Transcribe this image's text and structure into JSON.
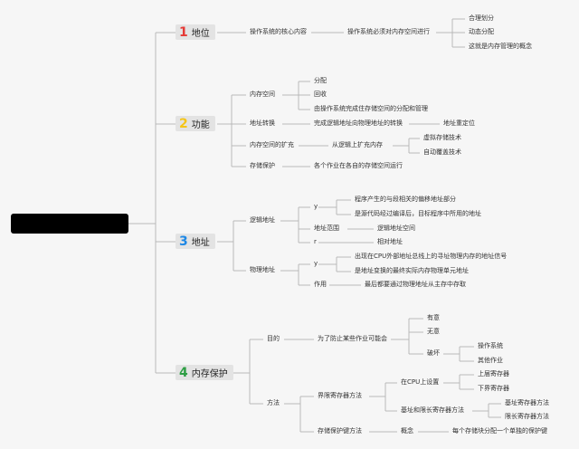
{
  "root": {
    "label": ""
  },
  "colors": {
    "b1": "#e53935",
    "b2": "#f5c518",
    "b3": "#1e88e5",
    "b4": "#2e9e44",
    "line": "#b9b9b9"
  },
  "branches": [
    {
      "num": "1",
      "label": "地位"
    },
    {
      "num": "2",
      "label": "功能"
    },
    {
      "num": "3",
      "label": "地址"
    },
    {
      "num": "4",
      "label": "内存保护"
    }
  ],
  "b1": {
    "core": "操作系统的核心内容",
    "must": "操作系统必须对内存空间进行",
    "a": "合理划分",
    "b": "动态分配",
    "c": "这就是内存管理的概念"
  },
  "b2": {
    "space": "内存空间",
    "alloc": "分配",
    "recycle": "回收",
    "complete": "由操作系统完成住存储空间的分配和管理",
    "addr_conv": "地址转换",
    "logic_phys": "完成逻辑地址向物理地址的转换",
    "reloc": "地址重定位",
    "expand": "内存空间的扩充",
    "from_logic": "从逻辑上扩充内存",
    "virtual": "虚拟存储技术",
    "overlay": "自动覆盖技术",
    "protect": "存储保护",
    "each_job": "各个作业在各自的存储空间运行"
  },
  "b3": {
    "logic": "逻辑地址",
    "y1": "y",
    "l1": "程序产生的与段相关的偏移地址部分",
    "l2": "是源代码经过编译后，目标程序中所用的地址",
    "range": "地址范围",
    "logic_space": "逻辑地址空间",
    "r": "r",
    "rel": "相对地址",
    "phys": "物理地址",
    "y2": "y",
    "p1": "出现在CPU外部地址总线上的寻址物理内存的地址信号",
    "p2": "是地址变换的最终实际内存物理单元地址",
    "use": "作用",
    "use_desc": "最后都要通过物理地址从主存中存取"
  },
  "b4": {
    "purpose": "目的",
    "prevent": "为了防止某些作业可能会",
    "has": "有意",
    "none": "无意",
    "destroy": "破坏",
    "os": "操作系统",
    "other": "其他作业",
    "method": "方法",
    "bound_reg": "界限寄存器方法",
    "cpu_set": "在CPU上设置",
    "upper": "上届寄存器",
    "lower": "下界寄存器",
    "base_len": "基址和限长寄存器方法",
    "base_reg": "基址寄存器方法",
    "limit_reg": "限长寄存器方法",
    "key": "存储保护键方法",
    "concept": "概念",
    "key_desc": "每个存储块分配一个单独的保护键"
  }
}
